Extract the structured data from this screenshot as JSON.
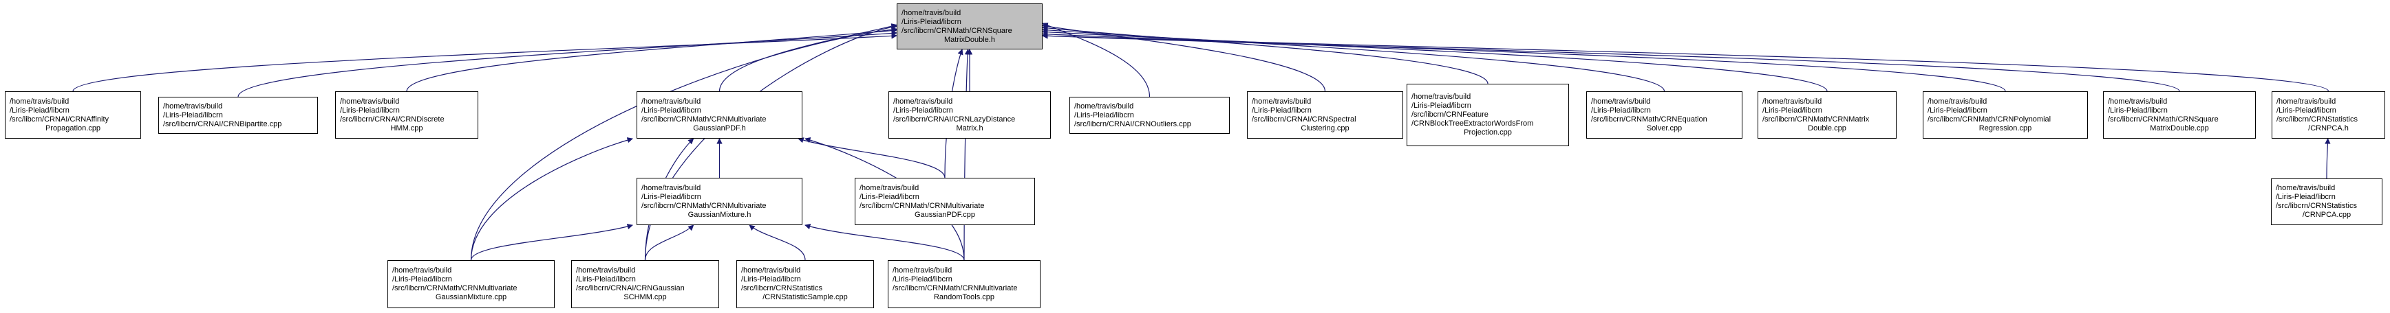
{
  "title": "Include dependency graph (included by) for CRNSquareMatrixDouble.h",
  "colors": {
    "edge": "#191970",
    "root_fill": "#bfbfbf",
    "node_fill": "#ffffff",
    "border": "#000000"
  },
  "nodes": [
    {
      "id": "root",
      "root": true,
      "lines": [
        "/home/travis/build",
        "/Liris-Pleiad/libcrn",
        "/src/libcrn/CRNMath/CRNSquare",
        "MatrixDouble.h"
      ]
    },
    {
      "id": "affinity",
      "lines": [
        "/home/travis/build",
        "/Liris-Pleiad/libcrn",
        "/src/libcrn/CRNAI/CRNAffinity",
        "Propagation.cpp"
      ]
    },
    {
      "id": "bipartite",
      "lines": [
        "/home/travis/build",
        "/Liris-Pleiad/libcrn",
        "/src/libcrn/CRNAI/CRNBipartite.cpp"
      ]
    },
    {
      "id": "discretehmm",
      "lines": [
        "/home/travis/build",
        "/Liris-Pleiad/libcrn",
        "/src/libcrn/CRNAI/CRNDiscrete",
        "HMM.cpp"
      ]
    },
    {
      "id": "gpdf_h",
      "lines": [
        "/home/travis/build",
        "/Liris-Pleiad/libcrn",
        "/src/libcrn/CRNMath/CRNMultivariate",
        "GaussianPDF.h"
      ]
    },
    {
      "id": "lazy",
      "lines": [
        "/home/travis/build",
        "/Liris-Pleiad/libcrn",
        "/src/libcrn/CRNAI/CRNLazyDistance",
        "Matrix.h"
      ]
    },
    {
      "id": "outliers",
      "lines": [
        "/home/travis/build",
        "/Liris-Pleiad/libcrn",
        "/src/libcrn/CRNAI/CRNOutliers.cpp"
      ]
    },
    {
      "id": "spectral",
      "lines": [
        "/home/travis/build",
        "/Liris-Pleiad/libcrn",
        "/src/libcrn/CRNAI/CRNSpectral",
        "Clustering.cpp"
      ]
    },
    {
      "id": "blocktree",
      "lines": [
        "/home/travis/build",
        "/Liris-Pleiad/libcrn",
        "/src/libcrn/CRNFeature",
        "/CRNBlockTreeExtractorWordsFrom",
        "Projection.cpp"
      ]
    },
    {
      "id": "equation",
      "lines": [
        "/home/travis/build",
        "/Liris-Pleiad/libcrn",
        "/src/libcrn/CRNMath/CRNEquation",
        "Solver.cpp"
      ]
    },
    {
      "id": "matrixdouble",
      "lines": [
        "/home/travis/build",
        "/Liris-Pleiad/libcrn",
        "/src/libcrn/CRNMath/CRNMatrix",
        "Double.cpp"
      ]
    },
    {
      "id": "polynomial",
      "lines": [
        "/home/travis/build",
        "/Liris-Pleiad/libcrn",
        "/src/libcrn/CRNMath/CRNPolynomial",
        "Regression.cpp"
      ]
    },
    {
      "id": "sqmatrix_cpp",
      "lines": [
        "/home/travis/build",
        "/Liris-Pleiad/libcrn",
        "/src/libcrn/CRNMath/CRNSquare",
        "MatrixDouble.cpp"
      ]
    },
    {
      "id": "pca_h",
      "lines": [
        "/home/travis/build",
        "/Liris-Pleiad/libcrn",
        "/src/libcrn/CRNStatistics",
        "/CRNPCA.h"
      ]
    },
    {
      "id": "gmix_h",
      "lines": [
        "/home/travis/build",
        "/Liris-Pleiad/libcrn",
        "/src/libcrn/CRNMath/CRNMultivariate",
        "GaussianMixture.h"
      ]
    },
    {
      "id": "gpdf_cpp",
      "lines": [
        "/home/travis/build",
        "/Liris-Pleiad/libcrn",
        "/src/libcrn/CRNMath/CRNMultivariate",
        "GaussianPDF.cpp"
      ]
    },
    {
      "id": "pca_cpp",
      "lines": [
        "/home/travis/build",
        "/Liris-Pleiad/libcrn",
        "/src/libcrn/CRNStatistics",
        "/CRNPCA.cpp"
      ]
    },
    {
      "id": "gmix_cpp",
      "lines": [
        "/home/travis/build",
        "/Liris-Pleiad/libcrn",
        "/src/libcrn/CRNMath/CRNMultivariate",
        "GaussianMixture.cpp"
      ]
    },
    {
      "id": "schmm",
      "lines": [
        "/home/travis/build",
        "/Liris-Pleiad/libcrn",
        "/src/libcrn/CRNAI/CRNGaussian",
        "SCHMM.cpp"
      ]
    },
    {
      "id": "statsample",
      "lines": [
        "/home/travis/build",
        "/Liris-Pleiad/libcrn",
        "/src/libcrn/CRNStatistics",
        "/CRNStatisticSample.cpp"
      ]
    },
    {
      "id": "randomtools",
      "lines": [
        "/home/travis/build",
        "/Liris-Pleiad/libcrn",
        "/src/libcrn/CRNMath/CRNMultivariate",
        "RandomTools.cpp"
      ]
    }
  ],
  "edges": [
    [
      "affinity",
      "root"
    ],
    [
      "bipartite",
      "root"
    ],
    [
      "discretehmm",
      "root"
    ],
    [
      "gpdf_h",
      "root"
    ],
    [
      "lazy",
      "root"
    ],
    [
      "outliers",
      "root"
    ],
    [
      "spectral",
      "root"
    ],
    [
      "blocktree",
      "root"
    ],
    [
      "equation",
      "root"
    ],
    [
      "matrixdouble",
      "root"
    ],
    [
      "polynomial",
      "root"
    ],
    [
      "sqmatrix_cpp",
      "root"
    ],
    [
      "pca_h",
      "root"
    ],
    [
      "gmix_cpp",
      "root"
    ],
    [
      "schmm",
      "root"
    ],
    [
      "gpdf_cpp",
      "root"
    ],
    [
      "randomtools",
      "root"
    ],
    [
      "gmix_h",
      "gpdf_h"
    ],
    [
      "gpdf_cpp",
      "gpdf_h"
    ],
    [
      "gmix_cpp",
      "gpdf_h"
    ],
    [
      "schmm",
      "gpdf_h"
    ],
    [
      "randomtools",
      "gpdf_h"
    ],
    [
      "gmix_cpp",
      "gmix_h"
    ],
    [
      "schmm",
      "gmix_h"
    ],
    [
      "statsample",
      "gmix_h"
    ],
    [
      "randomtools",
      "gmix_h"
    ],
    [
      "pca_cpp",
      "pca_h"
    ]
  ]
}
